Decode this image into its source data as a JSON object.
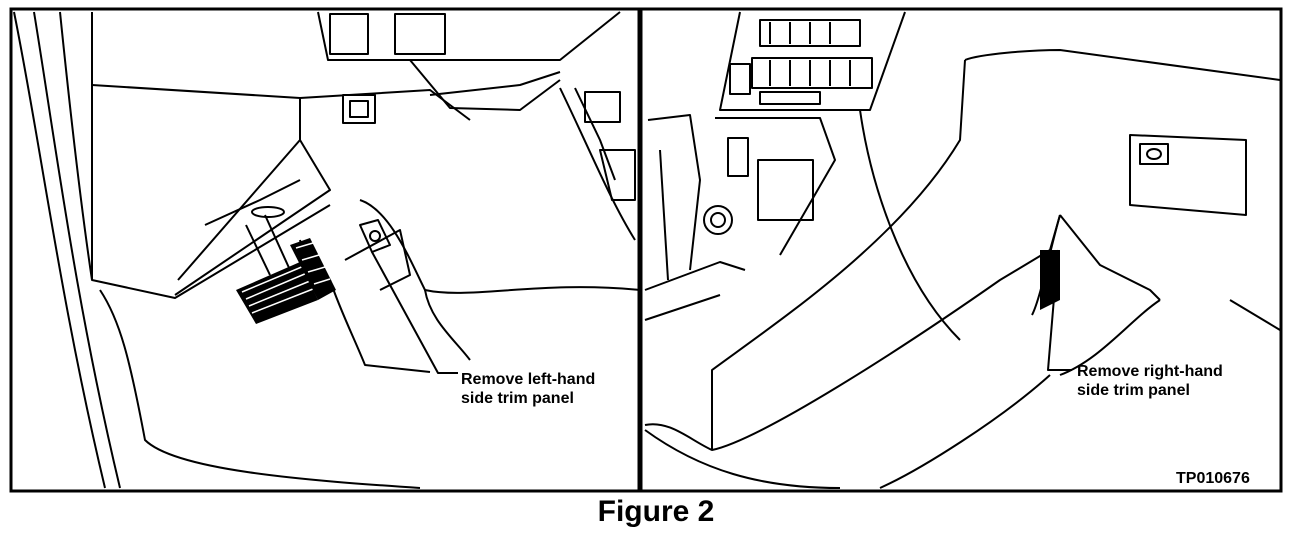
{
  "figure": {
    "left_panel_label": [
      "Remove left-hand",
      "side trim panel"
    ],
    "right_panel_label": [
      "Remove right-hand",
      "side trim panel"
    ],
    "figure_code": "TP010676",
    "caption": "Figure 2"
  },
  "colors": {
    "ink": "#000000",
    "paper": "#ffffff",
    "shade": "#e6e6e6"
  }
}
